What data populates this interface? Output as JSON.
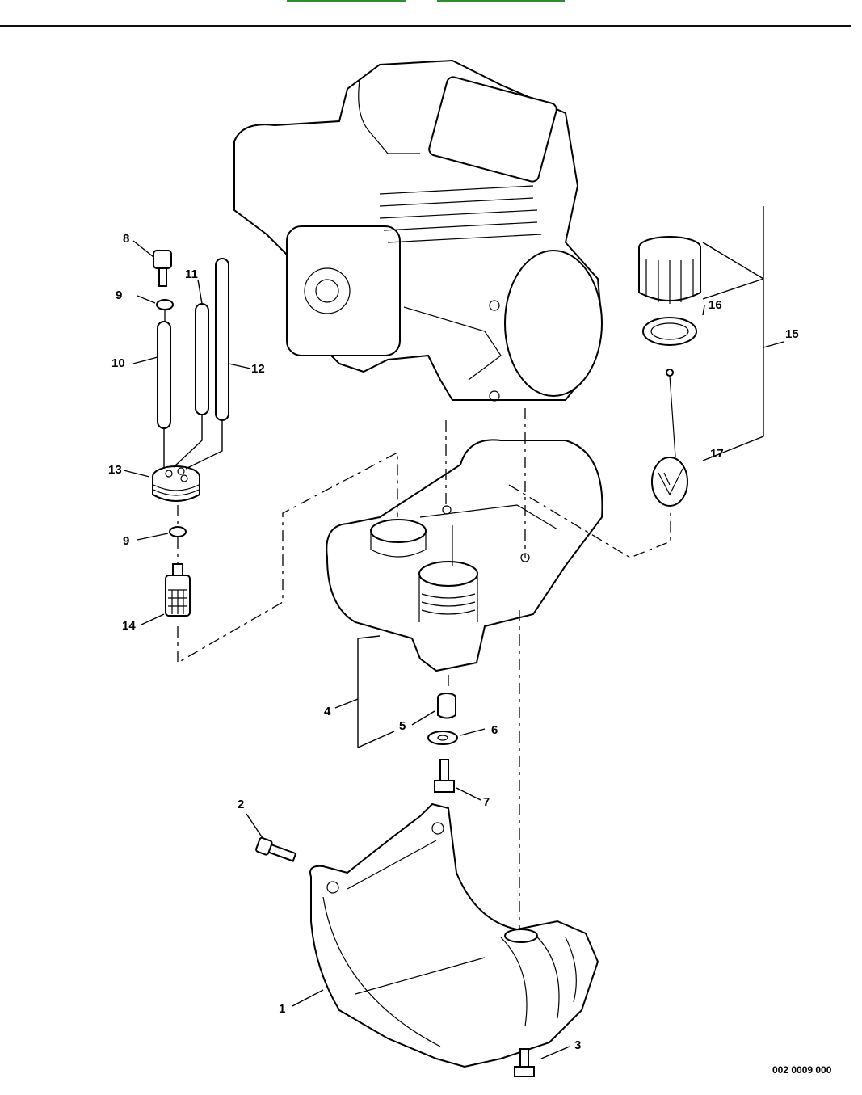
{
  "header": {
    "nav_links": [
      "",
      ""
    ]
  },
  "callouts": {
    "c1": "1",
    "c2": "2",
    "c3": "3",
    "c4": "4",
    "c5": "5",
    "c6": "6",
    "c7": "7",
    "c8": "8",
    "c9a": "9",
    "c9b": "9",
    "c10": "10",
    "c11": "11",
    "c12": "12",
    "c13": "13",
    "c14": "14",
    "c15": "15",
    "c16": "16",
    "c17": "17"
  },
  "figure_code": "002 0009 000"
}
